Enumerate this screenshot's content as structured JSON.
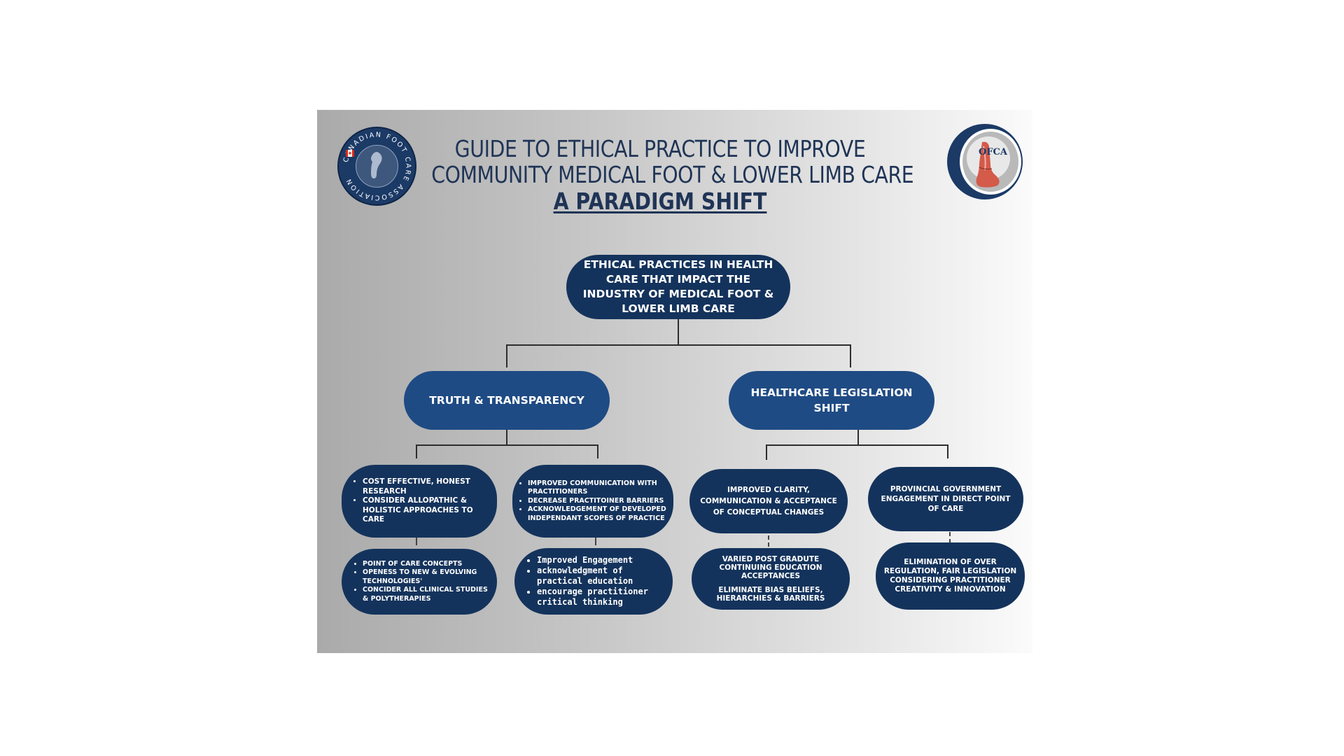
{
  "header": {
    "title_line1": "GUIDE TO ETHICAL PRACTICE TO IMPROVE",
    "title_line2": "COMMUNITY MEDICAL FOOT & LOWER LIMB CARE",
    "subtitle": "A PARADIGM SHIFT"
  },
  "logos": {
    "left": {
      "ring_text": "CANADIAN FOOT CARE ASSOCIATION",
      "icon": "maple-leaf-icon"
    },
    "right": {
      "text": "OFCA",
      "icon": "foot-illustration-icon"
    }
  },
  "diagram": {
    "root": "ETHICAL PRACTICES IN HEALTH CARE THAT IMPACT THE INDUSTRY OF MEDICAL FOOT & LOWER LIMB CARE",
    "left_branch": "TRUTH & TRANSPARENCY",
    "right_branch": "HEALTHCARE LEGISLATION SHIFT",
    "node_a": [
      "COST EFFECTIVE, HONEST RESEARCH",
      "CONSIDER ALLOPATHIC & HOLISTIC APPROACHES TO CARE"
    ],
    "node_b": [
      "IMPROVED COMMUNICATION WITH PRACTITIONERS",
      "DECREASE PRACTITOINER BARRIERS",
      "ACKNOWLEDGEMENT OF DEVELOPED INDEPENDANT SCOPES OF PRACTICE"
    ],
    "node_c": "IMPROVED CLARITY, COMMUNICATION & ACCEPTANCE OF CONCEPTUAL CHANGES",
    "node_d": "PROVINCIAL GOVERNMENT ENGAGEMENT IN DIRECT POINT OF CARE",
    "node_a2": [
      "POINT OF CARE CONCEPTS",
      "OPENESS TO NEW & EVOLVING TECHNOLOGIES'",
      "CONCIDER ALL CLINICAL STUDIES & POLYTHERAPIES"
    ],
    "node_b2": [
      "Improved Engagement",
      "acknowledgment of practical education",
      "encourage practitioner critical thinking"
    ],
    "node_c2": [
      "VARIED POST GRADUTE CONTINUING EDUCATION ACCEPTANCES",
      "ELIMINATE BIAS BELIEFS, HIERARCHIES & BARRIERS"
    ],
    "node_d2": "ELIMINATION OF OVER REGULATION, FAIR LEGISLATION CONSIDERING PRACTITIONER CREATIVITY & INNOVATION"
  },
  "colors": {
    "title": "#1f3456",
    "node_dark": "#14335c",
    "node_mid": "#1f4b84",
    "logo_ring": "#1b3a66"
  }
}
